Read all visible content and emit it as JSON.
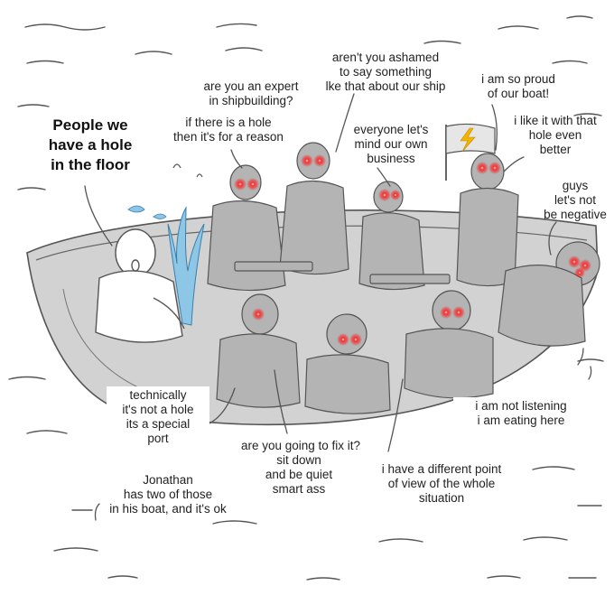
{
  "captions": {
    "hole": "People we\nhave a hole\nin the floor",
    "expert": "are you an expert\nin shipbuilding?",
    "reason": "if there is a hole\nthen it's for a reason",
    "ashamed": "aren't you ashamed\nto say something\nlke that about our ship",
    "mind": "everyone let's\nmind our own\nbusiness",
    "proud": "i am so proud\nof our boat!",
    "better": "i like it with that\nhole even\nbetter",
    "negative": "guys\nlet's not\nbe negative",
    "port": "technically\nit's not a hole\nits a special\nport",
    "fix": "are you going to fix it?",
    "sit": "sit down\nand be quiet\nsmart ass",
    "jonathan": "Jonathan\nhas two of those\nin his boat, and it's ok",
    "eating": "i am not listening\ni am eating here",
    "view": "i have a different point\nof view of the whole\nsituation"
  },
  "colors": {
    "boat": "#d2d2d2",
    "crowd": "#b4b4b4",
    "water": "#8ec6e6",
    "glow": "#ff2222",
    "line": "#555555"
  },
  "icons": {
    "flag": "lightning-bolt-flag-icon"
  }
}
